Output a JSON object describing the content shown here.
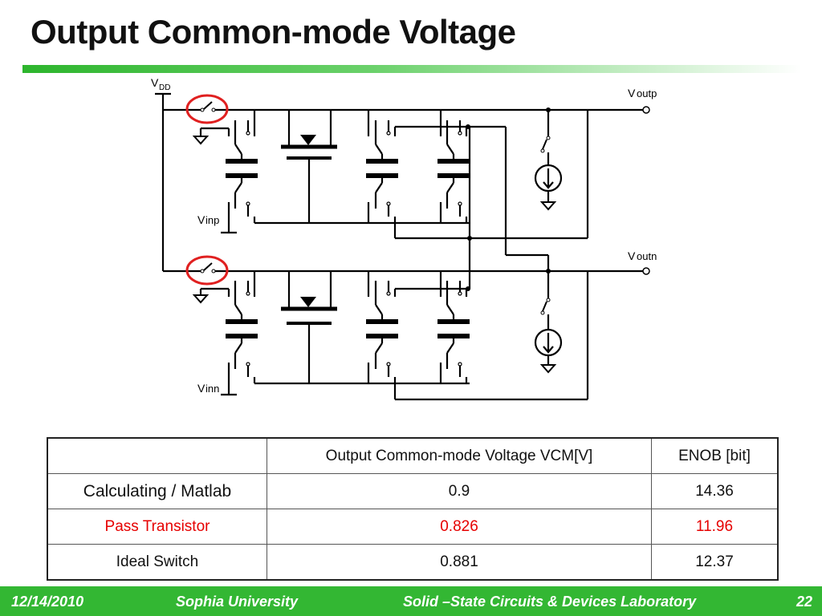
{
  "slide": {
    "title": "Output Common-mode Voltage"
  },
  "schematic": {
    "labels": {
      "vdd_main": "V",
      "vdd_sub": "DD",
      "voutp_main": "V",
      "voutp_sub": "outp",
      "voutn_main": "V",
      "voutn_sub": "outn",
      "vinp_main": "V",
      "vinp_sub": "inp",
      "vinn_main": "V",
      "vinn_sub": "inn"
    },
    "highlight_color": "#e02020",
    "wire_color": "#000000"
  },
  "table": {
    "headers": [
      "",
      "Output Common-mode Voltage VCM[V]",
      "ENOB [bit]"
    ],
    "rows": [
      {
        "label": "Calculating / Matlab",
        "vcm": "0.9",
        "enob": "14.36",
        "highlighted": false
      },
      {
        "label": "Pass Transistor",
        "vcm": "0.826",
        "enob": "11.96",
        "highlighted": true
      },
      {
        "label": "Ideal Switch",
        "vcm": "0.881",
        "enob": "12.37",
        "highlighted": false
      }
    ],
    "highlight_color": "#e60000"
  },
  "footer": {
    "date": "12/14/2010",
    "university": "Sophia University",
    "lab": "Solid –State Circuits & Devices Laboratory",
    "page": "22",
    "bg_color": "#33b733"
  }
}
